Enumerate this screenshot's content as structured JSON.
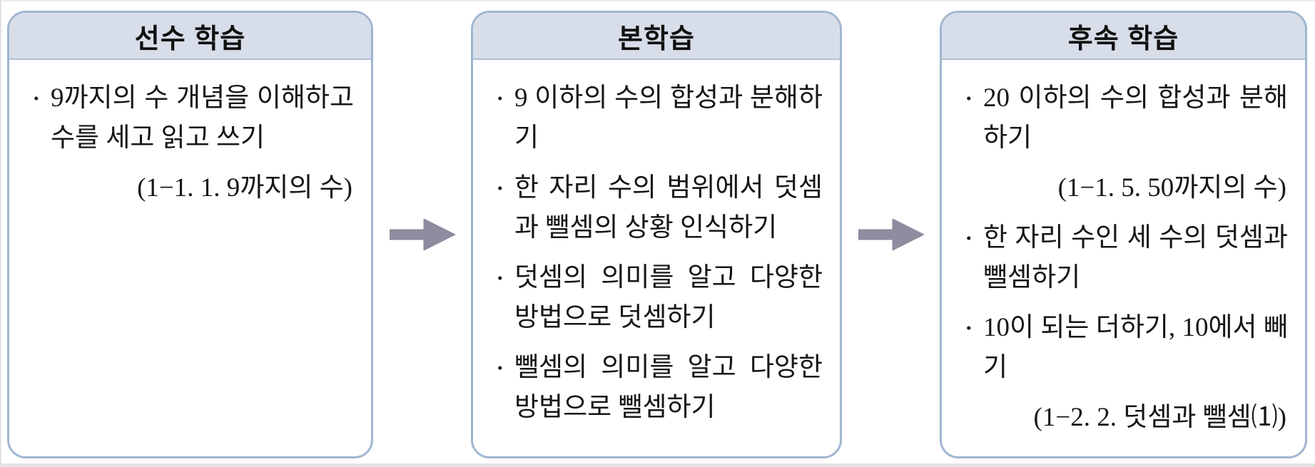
{
  "diagram": {
    "boxes": [
      {
        "title": "선수 학습",
        "items": [
          {
            "kind": "bullet",
            "text": "9까지의 수 개념을 이해하고 수를 세고 읽고 쓰기"
          },
          {
            "kind": "ref",
            "text": "(1−1. 1. 9까지의 수)"
          }
        ]
      },
      {
        "title": "본학습",
        "items": [
          {
            "kind": "bullet",
            "text": "9 이하의 수의 합성과 분해하기"
          },
          {
            "kind": "bullet",
            "text": "한 자리 수의 범위에서 덧셈과 뺄셈의 상황 인식하기"
          },
          {
            "kind": "bullet",
            "text": "덧셈의 의미를 알고 다양한 방법으로 덧셈하기"
          },
          {
            "kind": "bullet",
            "text": "뺄셈의 의미를 알고 다양한 방법으로 뺄셈하기"
          }
        ]
      },
      {
        "title": "후속 학습",
        "items": [
          {
            "kind": "bullet",
            "text": "20 이하의 수의 합성과 분해하기"
          },
          {
            "kind": "ref",
            "text": "(1−1. 5. 50까지의 수)"
          },
          {
            "kind": "bullet",
            "text": "한 자리 수인 세 수의 덧셈과 뺄셈하기"
          },
          {
            "kind": "bullet",
            "text": "10이 되는 더하기, 10에서 빼기"
          },
          {
            "kind": "ref",
            "text": "(1−2. 2. 덧셈과 뺄셈⑴)"
          }
        ]
      }
    ],
    "arrow": {
      "icon": "right-arrow",
      "color": "#8e8da0"
    },
    "colors": {
      "box_border": "#a0b6d0",
      "header_fill": "#d8dee9",
      "body_fill": "#ffffff",
      "text": "#161616"
    }
  }
}
